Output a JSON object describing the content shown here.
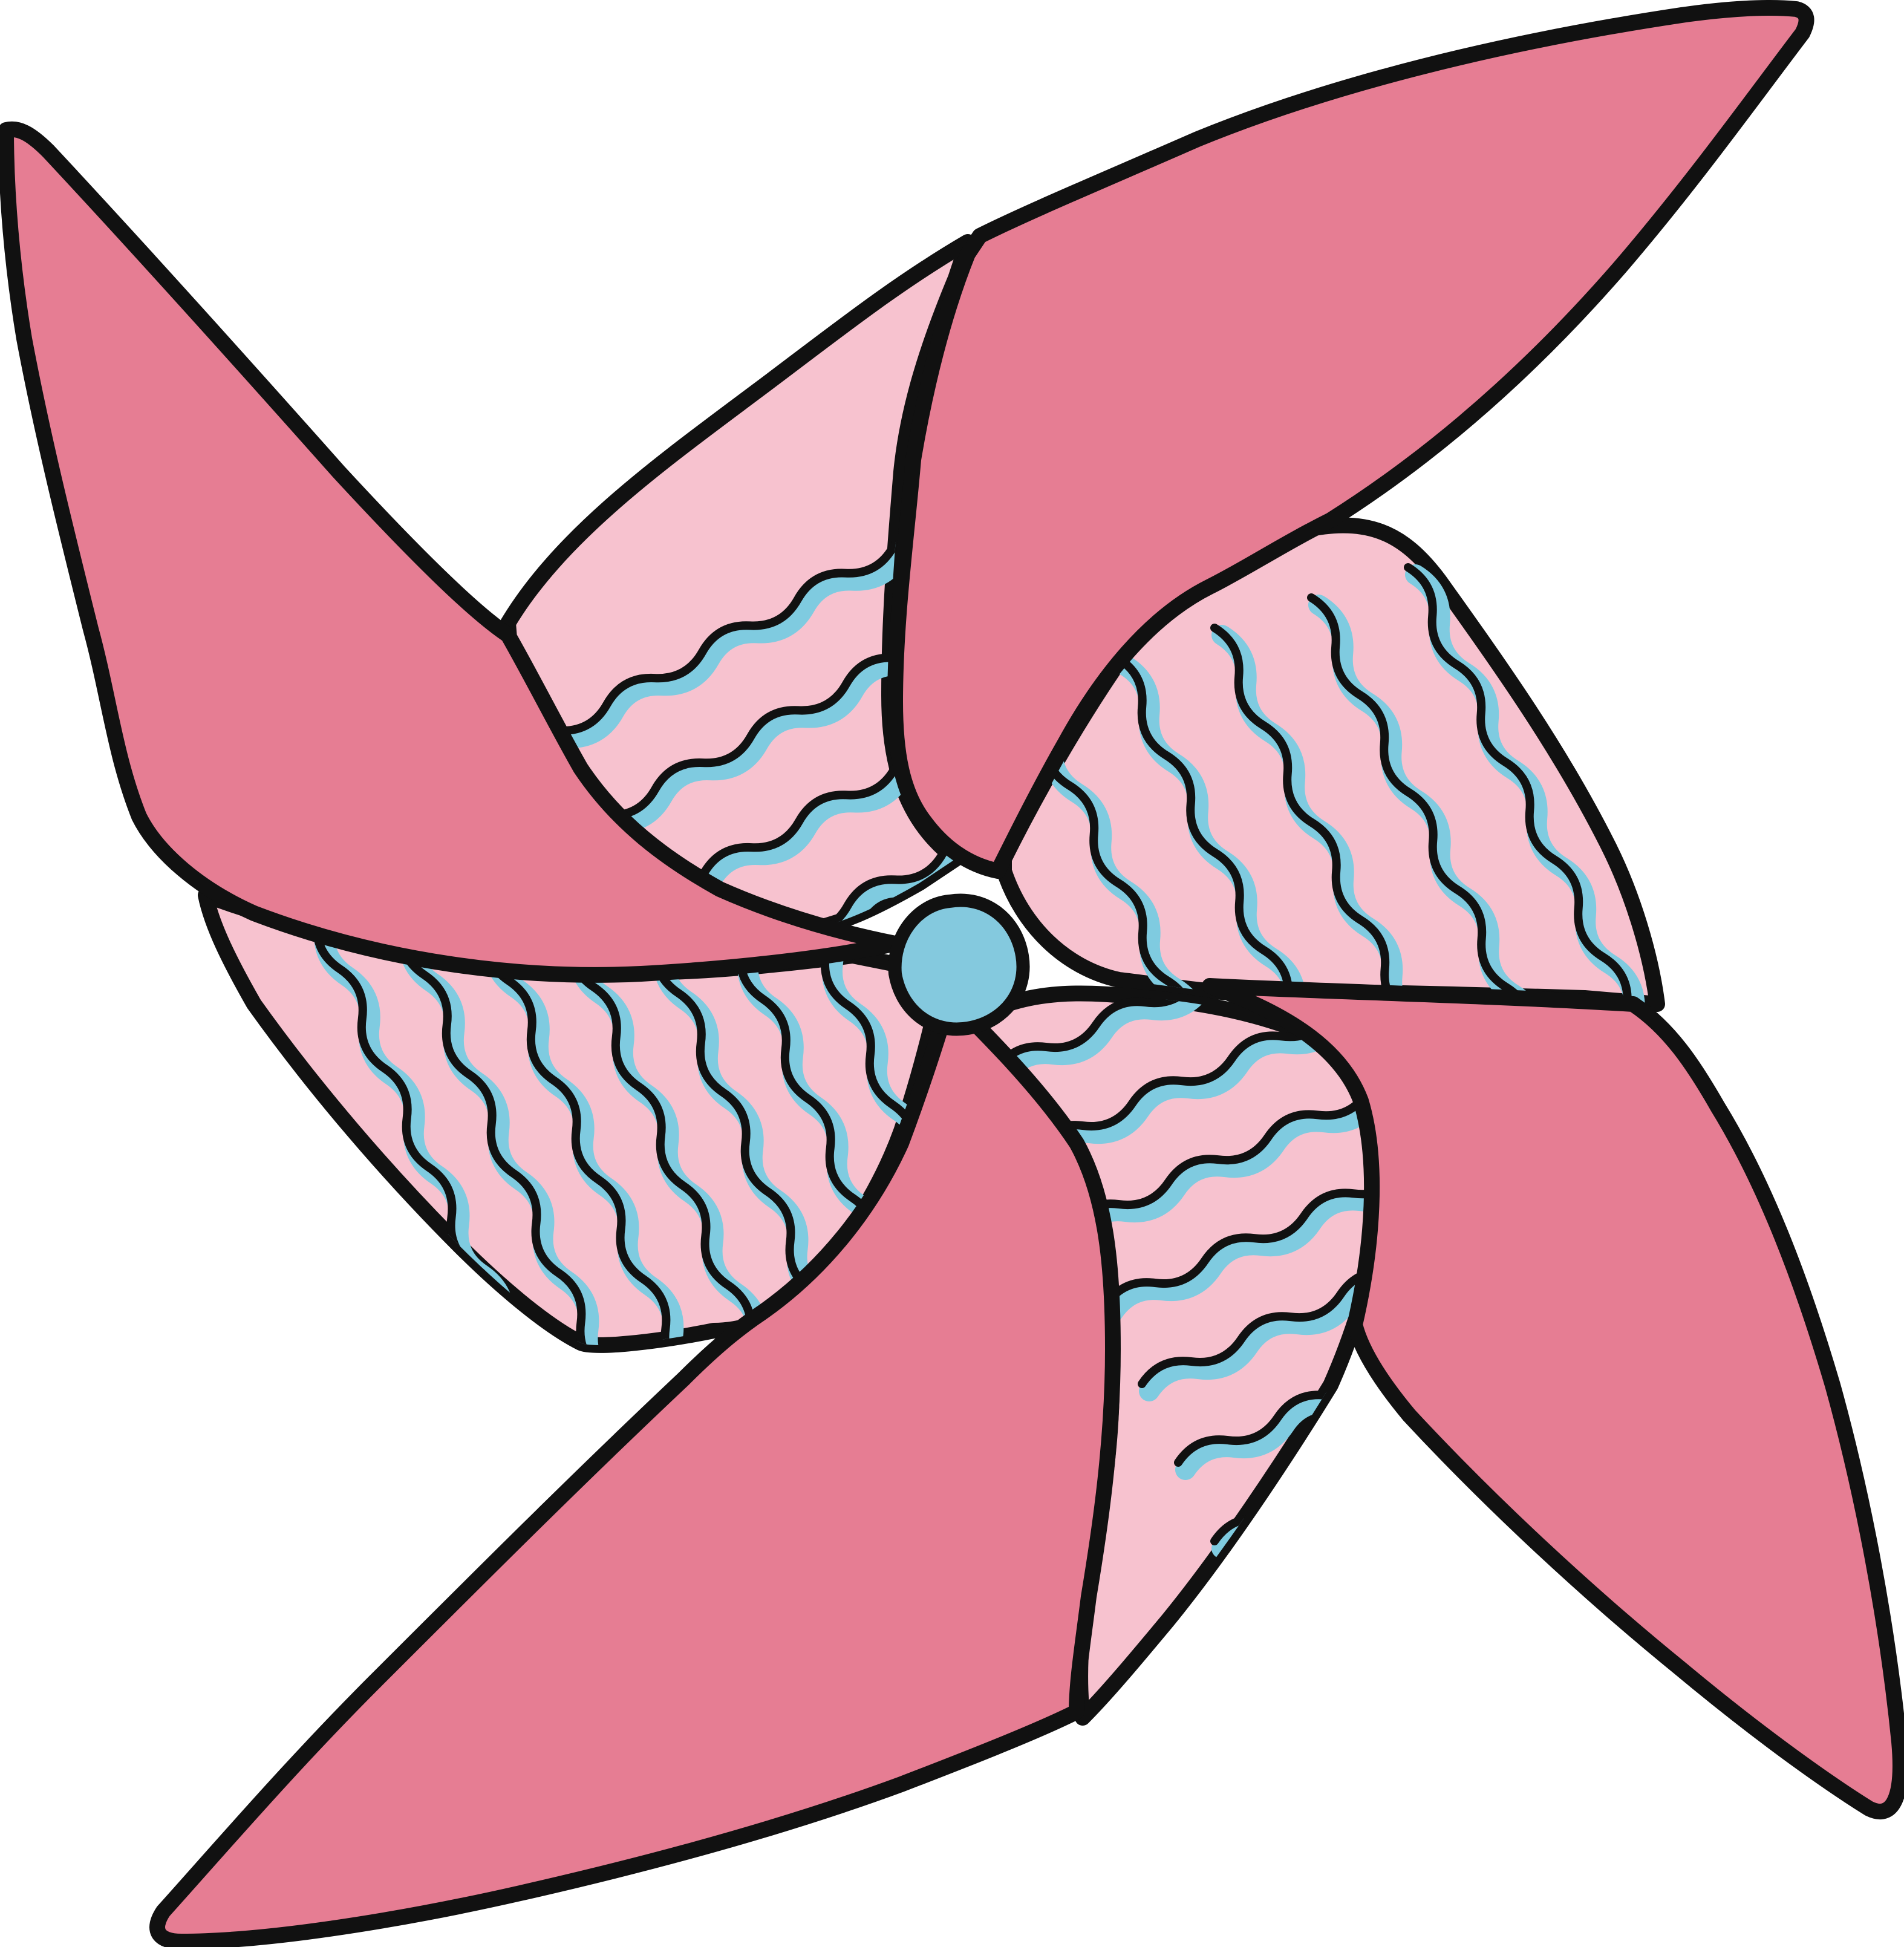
{
  "image": {
    "subject": "pinwheel-illustration",
    "colors": {
      "background": "#ffffff",
      "outline": "#111111",
      "solid_blade": "#e67d93",
      "patterned_blade": "#f7c2cf",
      "wave_stroke": "#7fcbe0",
      "hub": "#84c9de"
    },
    "parts": {
      "blades": [
        "blade-top",
        "blade-right",
        "blade-bottom",
        "blade-left"
      ],
      "patterned_flaps": [
        "flap-upper-left",
        "flap-upper-right",
        "flap-lower-right",
        "flap-lower-left"
      ],
      "hub": "center-hub"
    }
  }
}
